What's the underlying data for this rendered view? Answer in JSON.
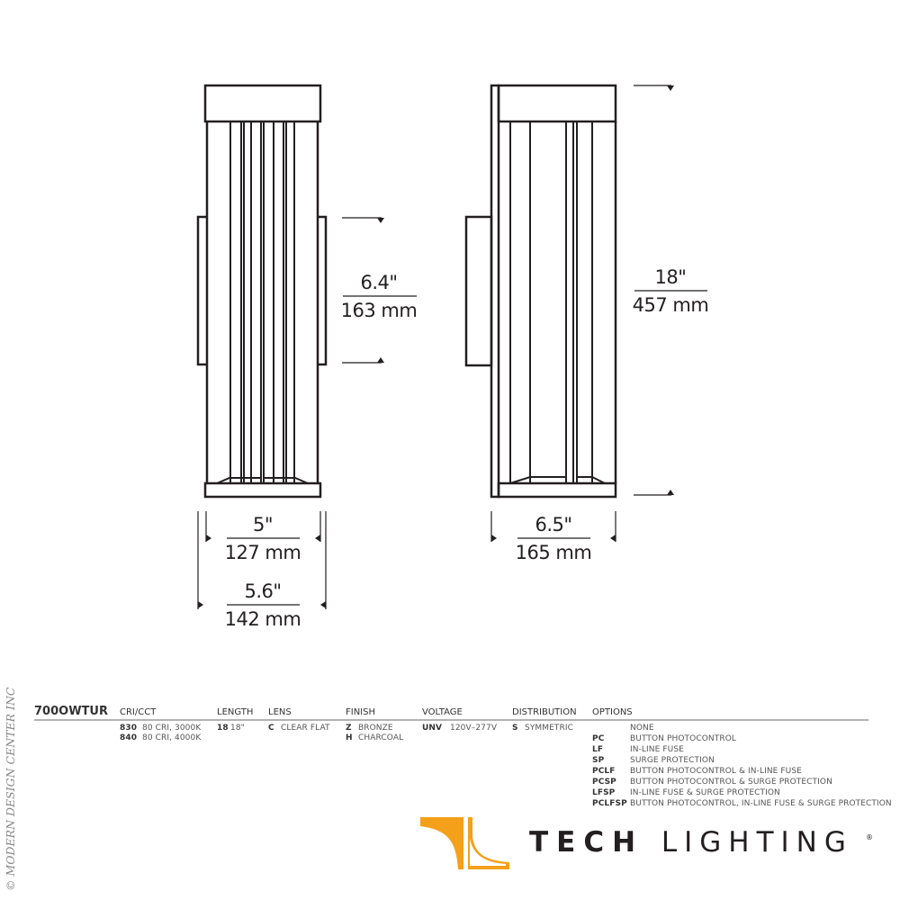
{
  "dimensions": {
    "bracket_height": {
      "imperial": "6.4\"",
      "metric": "163 mm"
    },
    "overall_height": {
      "imperial": "18\"",
      "metric": "457 mm"
    },
    "front_width": {
      "imperial": "5\"",
      "metric": "127 mm"
    },
    "bracket_width": {
      "imperial": "5.6\"",
      "metric": "142 mm"
    },
    "depth": {
      "imperial": "6.5\"",
      "metric": "165 mm"
    }
  },
  "ordering": {
    "model": "700OWTUR",
    "columns": [
      {
        "header": "CRI/CCT",
        "rows": [
          {
            "code": "830",
            "desc": "80 CRI, 3000K"
          },
          {
            "code": "840",
            "desc": "80 CRI, 4000K"
          }
        ]
      },
      {
        "header": "LENGTH",
        "rows": [
          {
            "code": "18",
            "desc": "18\""
          }
        ]
      },
      {
        "header": "LENS",
        "rows": [
          {
            "code": "C",
            "desc": "CLEAR FLAT"
          }
        ]
      },
      {
        "header": "FINISH",
        "rows": [
          {
            "code": "Z",
            "desc": "BRONZE"
          },
          {
            "code": "H",
            "desc": "CHARCOAL"
          }
        ]
      },
      {
        "header": "VOLTAGE",
        "rows": [
          {
            "code": "UNV",
            "desc": "120V–277V"
          }
        ]
      },
      {
        "header": "DISTRIBUTION",
        "rows": [
          {
            "code": "S",
            "desc": "SYMMETRIC"
          }
        ]
      },
      {
        "header": "OPTIONS",
        "rows": [
          {
            "code": "",
            "desc": "NONE"
          },
          {
            "code": "PC",
            "desc": "BUTTON PHOTOCONTROL"
          },
          {
            "code": "LF",
            "desc": "IN-LINE FUSE"
          },
          {
            "code": "SP",
            "desc": "SURGE PROTECTION"
          },
          {
            "code": "PCLF",
            "desc": "BUTTON PHOTOCONTROL & IN-LINE FUSE"
          },
          {
            "code": "PCSP",
            "desc": "BUTTON PHOTOCONTROL & SURGE PROTECTION"
          },
          {
            "code": "LFSP",
            "desc": "IN-LINE FUSE & SURGE PROTECTION"
          },
          {
            "code": "PCLFSP",
            "desc": "BUTTON PHOTOCONTROL, IN-LINE FUSE & SURGE PROTECTION"
          }
        ]
      }
    ]
  },
  "watermark": "© MODERN DESIGN CENTER INC",
  "logo": {
    "word1": "TECH",
    "word2": "LIGHTING",
    "registered": "®",
    "accent_color": "#f5a01a"
  },
  "colors": {
    "line": "#231f20",
    "text": "#555555"
  }
}
